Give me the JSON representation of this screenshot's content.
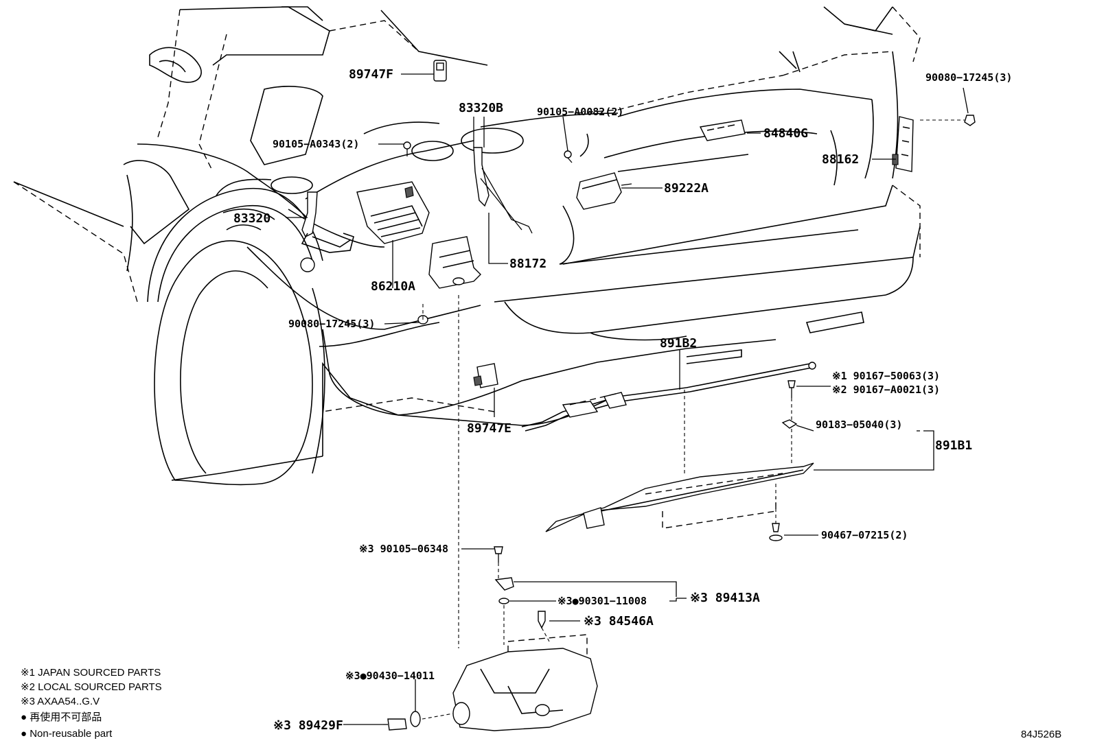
{
  "diagram_code": "84J526B",
  "part_labels": {
    "p89747F": "89747F",
    "p83320B": "83320B",
    "p90105_A0082": "90105−A0082(2)",
    "p90080_17245_top": "90080−17245(3)",
    "p90105_A0343": "90105−A0343(2)",
    "p84840G": "84840G",
    "p88162": "88162",
    "p89222A": "89222A",
    "p83320": "83320",
    "p88172": "88172",
    "p86210A": "86210A",
    "p90080_17245_left": "90080−17245(3)",
    "p891B2": "891B2",
    "p90167_50063": "※1 90167−50063(3)",
    "p90167_A0021": "※2 90167−A0021(3)",
    "p89747E": "89747E",
    "p90183_05040": "90183−05040(3)",
    "p891B1": "891B1",
    "p90467_07215": "90467−07215(2)",
    "p90105_06348": "※3 90105−06348",
    "p89413A": "※3 89413A",
    "p90301_11008": "※3●90301−11008",
    "p84546A": "※3 84546A",
    "p90430_14011": "※3●90430−14011",
    "p89429F": "※3 89429F"
  },
  "legend": {
    "note1": "※1 JAPAN SOURCED PARTS",
    "note2": "※2 LOCAL SOURCED PARTS",
    "note3": "※3 AXAA54..G.V",
    "note4": "● 再使用不可部品",
    "note5": "● Non-reusable part"
  },
  "icons": {
    "nonreusable": "filled-circle-icon",
    "reference_mark": "reference-mark-icon"
  },
  "colors": {
    "ink": "#000000",
    "background": "#ffffff"
  }
}
